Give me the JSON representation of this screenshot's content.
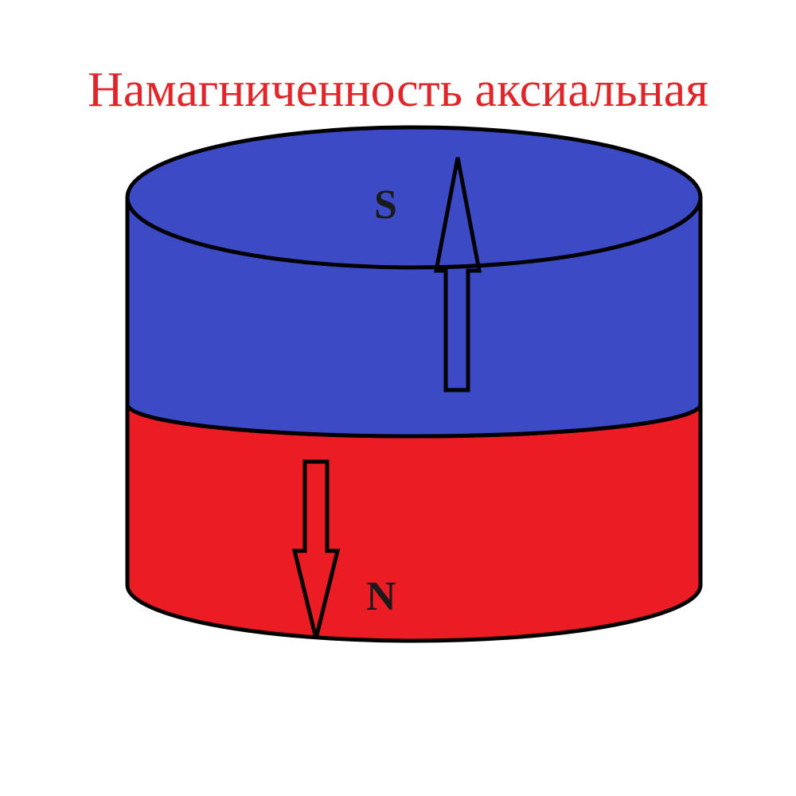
{
  "title": "Намагниченность аксиальная",
  "poles": {
    "top": "S",
    "bottom": "N"
  },
  "colors": {
    "title": "#e0262a",
    "south_pole": "#3d4ac6",
    "north_pole": "#ec1c24",
    "outline": "#000000",
    "label": "#1a1a1a"
  },
  "icons": {
    "up_arrow": "arrow-up-icon",
    "down_arrow": "arrow-down-icon"
  }
}
